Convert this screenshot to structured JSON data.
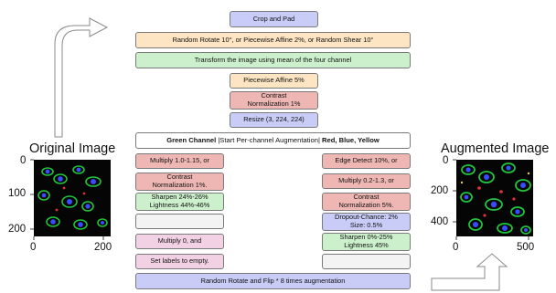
{
  "pipeline": {
    "crop_pad": "Crop and Pad",
    "affine_step": "Random Rotate 10°, or Piecewise Affine 2%, or Random Shear 10°",
    "transform_step": "Transform the image using mean of the four channel",
    "piecewise_affine": "Piecewise Affine 5%",
    "contrast_norm": {
      "line1": "Contrast",
      "line2": "Normalization 1%"
    },
    "resize": "Resize (3, 224, 224)",
    "final_step": "Random Rotate and Flip * 8 times augmentation"
  },
  "channel_header": {
    "green": "Green Channel",
    "middle": "|Start Per-channel Augmentation|",
    "rby": "Red, Blue, Yellow"
  },
  "green_channel_column": {
    "multiply": "Multiply 1.0-1.15, or",
    "contrast": {
      "line1": "Contrast",
      "line2": "Normalization 1%."
    },
    "sharpen": {
      "line1": "Sharpen 24%-26%",
      "line2": "Lightness 44%-46%"
    },
    "empty": "",
    "multiply_zero": "Multiply 0, and",
    "set_labels": "Set labels to empty."
  },
  "rby_channel_column": {
    "edge_detect": "Edge Detect 10%, or",
    "multiply": "Multiply 0.2-1.3, or",
    "contrast": {
      "line1": "Contrast",
      "line2": "Normalization 5%."
    },
    "dropout": {
      "line1": "Dropout-Chance: 2%",
      "line2": "Size: 0.5%"
    },
    "sharpen": {
      "line1": "Sharpen 0%-25%",
      "line2": "Lightness 45%"
    },
    "empty": ""
  },
  "original_image": {
    "title": "Original Image",
    "y_ticks": [
      "0",
      "100",
      "200"
    ],
    "x_ticks": [
      "0",
      "200"
    ]
  },
  "augmented_image": {
    "title": "Augmented Image",
    "y_ticks": [
      "0",
      "200",
      "400"
    ],
    "x_ticks": [
      "0",
      "500"
    ]
  },
  "colors": {
    "blue_box": "#c8ccf6",
    "orange_box": "#fde5c4",
    "green_box": "#cdf0cc",
    "red_box": "#eeb7b4",
    "pink_box": "#f2d1e4",
    "grey_box": "#f3f3f3",
    "cell_green": "#22c43a",
    "cell_blue": "#3a4cff",
    "cell_red": "#e0323a"
  }
}
